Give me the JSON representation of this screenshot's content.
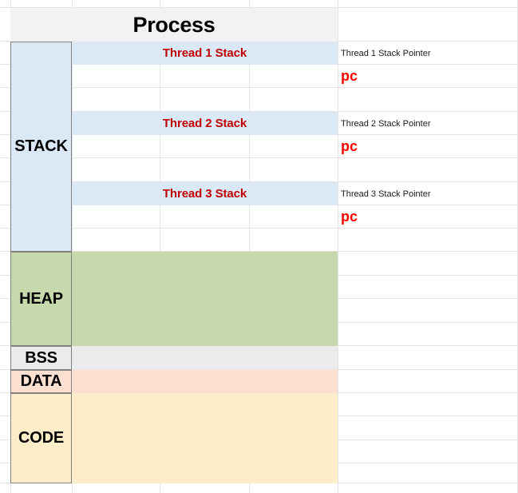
{
  "header": {
    "title": "Process"
  },
  "segments": [
    {
      "name": "stack",
      "label": "STACK",
      "color": "#dbe8f6"
    },
    {
      "name": "heap",
      "label": "HEAP",
      "color": "#c6d9ac"
    },
    {
      "name": "bss",
      "label": "BSS",
      "color": "#ebebeb"
    },
    {
      "name": "data",
      "label": "DATA",
      "color": "#fbe0d2"
    },
    {
      "name": "code",
      "label": "CODE",
      "color": "#fdeec9"
    }
  ],
  "threads": [
    {
      "stack_label": "Thread 1 Stack",
      "pointer_label": "Thread 1 Stack Pointer",
      "pc_label": "pc"
    },
    {
      "stack_label": "Thread 2 Stack",
      "pointer_label": "Thread 2 Stack Pointer",
      "pc_label": "pc"
    },
    {
      "stack_label": "Thread 3 Stack",
      "pointer_label": "Thread 3 Stack Pointer",
      "pc_label": "pc"
    }
  ],
  "colors": {
    "thread_stack_text": "#c00000",
    "pc_text": "#ff0000",
    "title_background": "#f2f2f2",
    "gridline": "#e4e4e4",
    "segment_border": "#808080"
  }
}
